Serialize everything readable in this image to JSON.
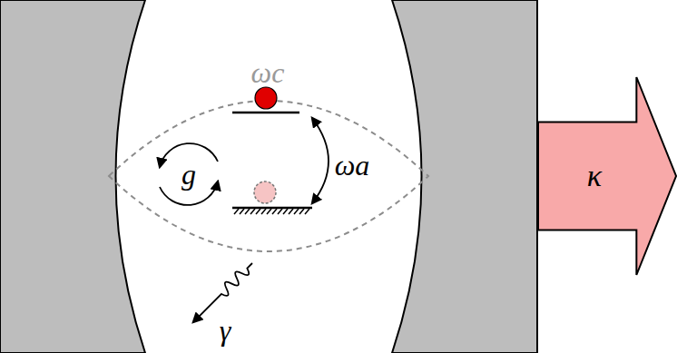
{
  "diagram": {
    "nodes": [
      {
        "text": [
          "κ"
        ]
      }
    ],
    "labels": [
      "ωc",
      "g",
      "ωa",
      "γ"
    ]
  }
}
